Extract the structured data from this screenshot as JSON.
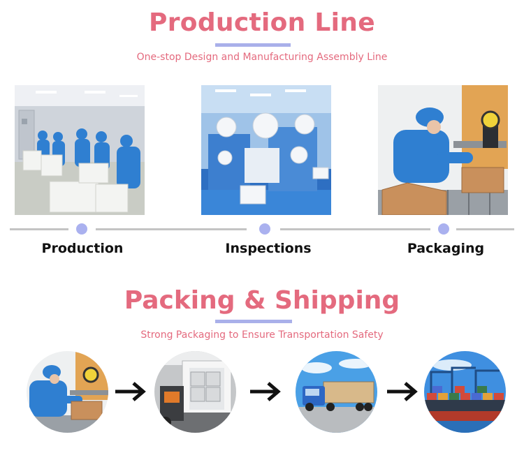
{
  "production": {
    "title": "Production Line",
    "subtitle": "One-stop Design and Manufacturing Assembly Line",
    "stages": [
      {
        "label": "Production",
        "icon": "production-photo"
      },
      {
        "label": "Inspections",
        "icon": "inspection-photo"
      },
      {
        "label": "Packaging",
        "icon": "packaging-photo"
      }
    ]
  },
  "shipping": {
    "title": "Packing & Shipping",
    "subtitle": "Strong Packaging to Ensure Transportation Safety",
    "steps": [
      {
        "icon": "packing-photo"
      },
      {
        "icon": "loading-truck-photo"
      },
      {
        "icon": "truck-transport-photo"
      },
      {
        "icon": "cargo-ship-photo"
      }
    ],
    "arrow_icon": "arrow-right-icon"
  },
  "colors": {
    "title": "#e46a7e",
    "accent": "#a9b0ea",
    "timeline": "#c4c4c4"
  }
}
